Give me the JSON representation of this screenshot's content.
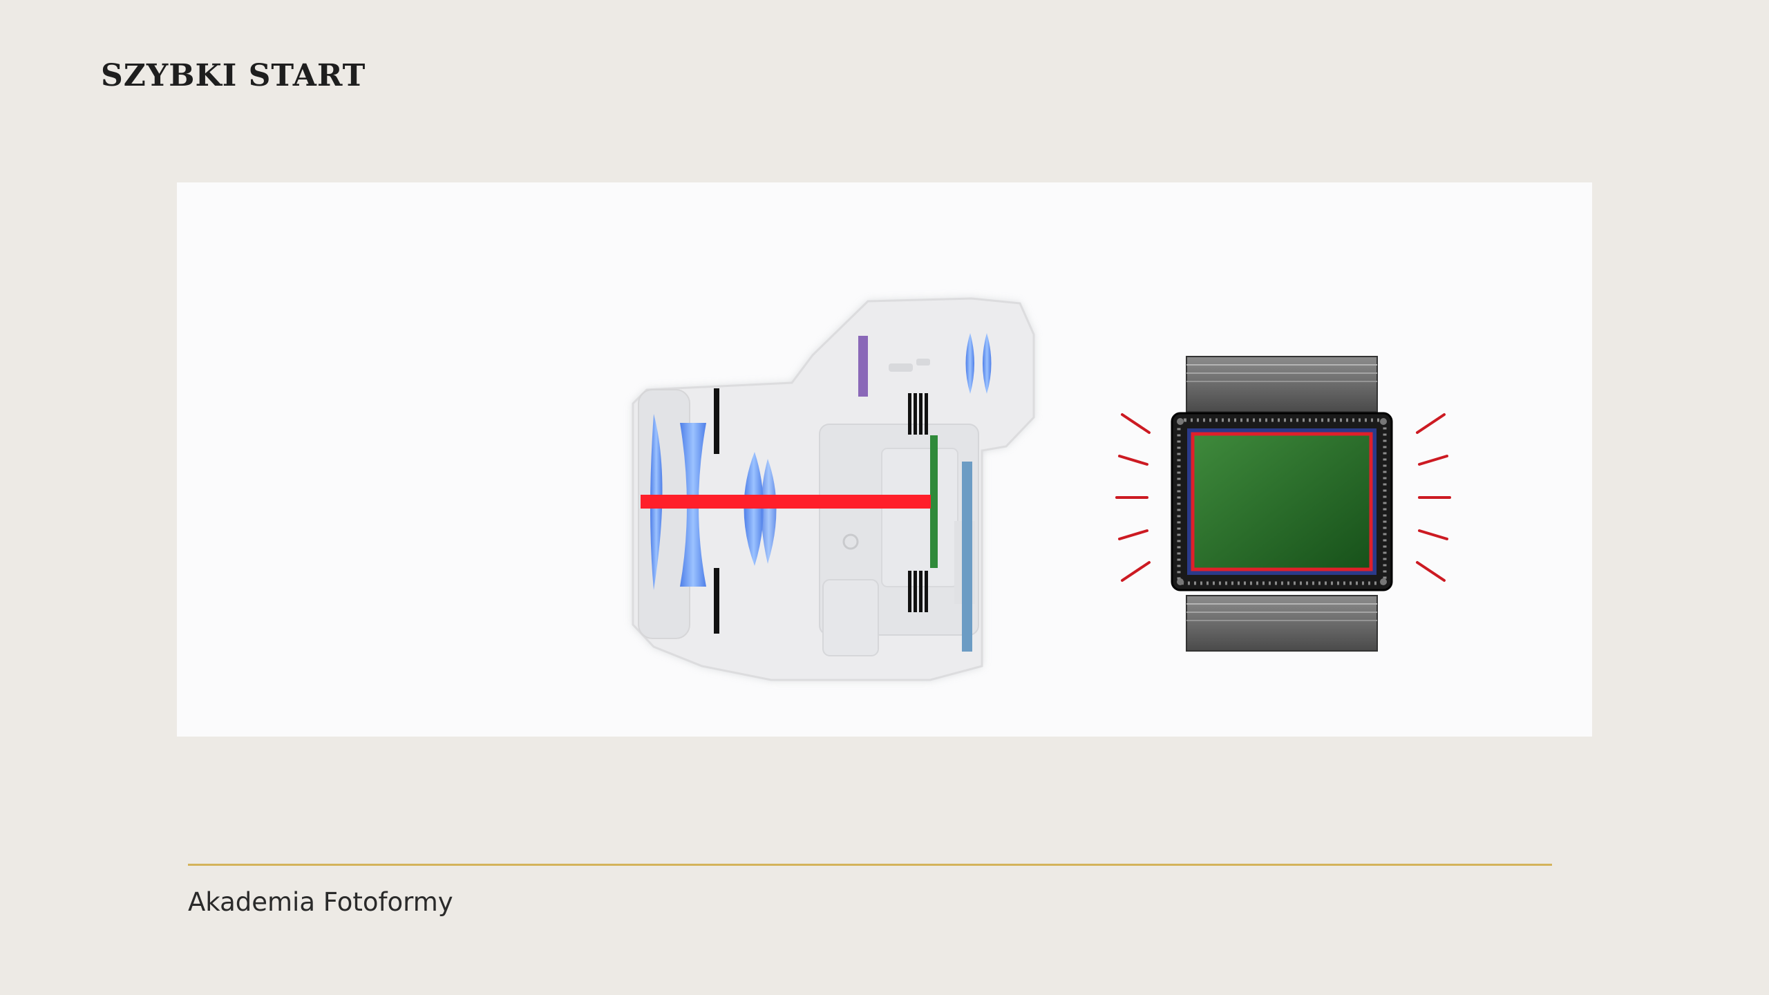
{
  "slide": {
    "title": "SZYBKI START",
    "footer": "Akademia Fotoformy"
  },
  "figure": {
    "left_illustration": "camera-cutaway-diagram",
    "right_illustration": "image-sensor-chip",
    "colors": {
      "light_ray": "#ff1f2a",
      "lens": "#6b9ff2",
      "sensor_surface": "#2f7a2f",
      "sensor_border": "#e0202a",
      "viewfinder_prism": "#8a68b8",
      "shutter_plate": "#6c9cc4",
      "sensor_rays": "#cc1a22",
      "accent_rule": "#d4b35a"
    }
  }
}
